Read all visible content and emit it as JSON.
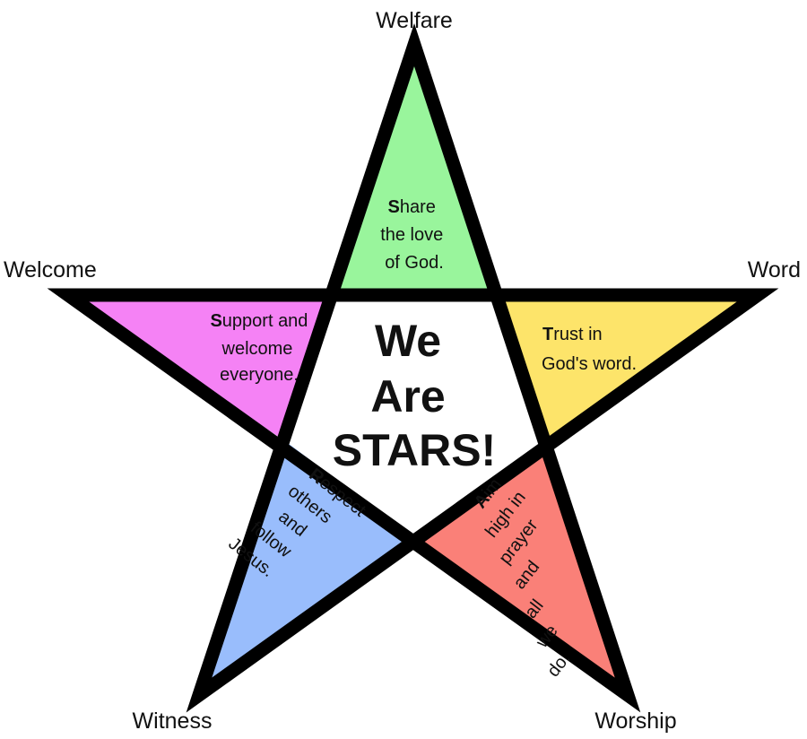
{
  "corners": {
    "top": "Welfare",
    "left": "Welcome",
    "right": "Word",
    "bottom_left": "Witness",
    "bottom_right": "Worship"
  },
  "points": {
    "top": {
      "initial": "S",
      "lines": [
        "hare",
        "the love",
        "of God."
      ],
      "color": "#99f59c"
    },
    "left": {
      "initial": "S",
      "lines": [
        "upport and",
        "welcome",
        "everyone."
      ],
      "color": "#f582f5"
    },
    "right": {
      "initial": "T",
      "lines": [
        "rust in",
        "God's word."
      ],
      "color": "#fde46a"
    },
    "bottom_left": {
      "initial": "R",
      "lines": [
        "espect",
        "others",
        "and",
        "follow",
        "Jesus."
      ],
      "color": "#99bdfc"
    },
    "bottom_right": {
      "initial": "A",
      "lines": [
        "im",
        "high in",
        "prayer",
        "and",
        "all",
        "we",
        "do."
      ],
      "color": "#fa8078"
    }
  },
  "center": {
    "lines": [
      "We",
      "Are",
      "STARS!"
    ],
    "color": "#ffffff"
  },
  "outline_color": "#000000"
}
